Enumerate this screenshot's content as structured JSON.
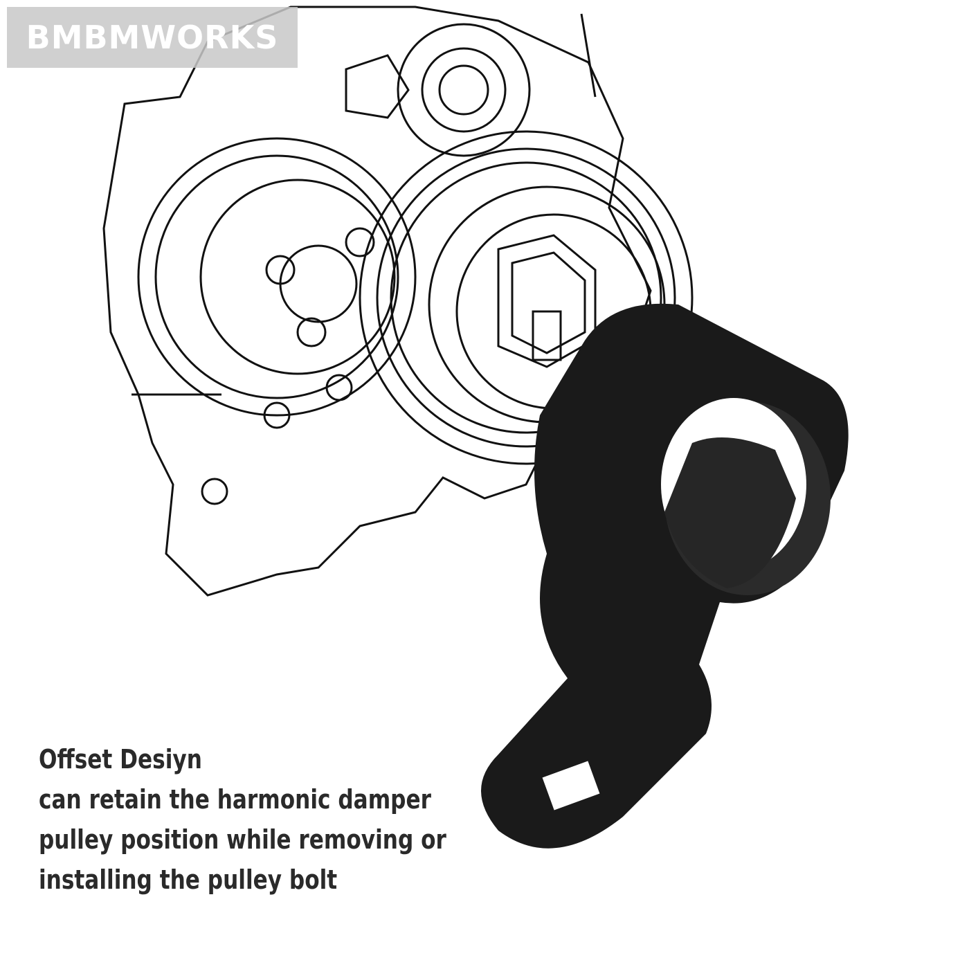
{
  "watermark": {
    "text": "BMBMWORKS"
  },
  "caption": {
    "title": "Offset Desiyn",
    "lines": [
      "can retain the harmonic damper",
      "pulley position while removing or",
      "installing the pulley bolt"
    ]
  },
  "image": {
    "subject": "engine line drawing with crankshaft pulley holder wrench",
    "colors": {
      "background": "#ffffff",
      "line_art": "#111111",
      "tool": "#1a1a1a",
      "caption_text": "#2a2a2a",
      "watermark_bg": "#c8c8c8"
    }
  }
}
